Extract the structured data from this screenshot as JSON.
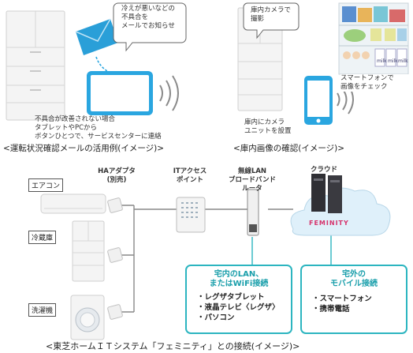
{
  "top_left": {
    "speech_bubble": [
      "冷えが悪いなどの",
      "不具合を",
      "メールでお知らせ"
    ],
    "notes": [
      "不具合が改善されない場合",
      "タブレットやPCから",
      "ボタンひとつで、サービスセンターに連絡"
    ],
    "caption": "<運転状況確認メールの活用例(イメージ)>"
  },
  "top_right": {
    "speech_bubble": [
      "庫内カメラで",
      "撮影"
    ],
    "camera_note": [
      "庫内にカメラ",
      "ユニットを設置"
    ],
    "phone_note": [
      "スマートフォンで",
      "画像をチェック"
    ],
    "caption": "<庫内画像の確認(イメージ)>",
    "fridge_labels": [
      "milk",
      "milk",
      "milk"
    ]
  },
  "bottom": {
    "appliances": [
      "エアコン",
      "冷蔵庫",
      "洗濯機"
    ],
    "ha_adapter": [
      "HAアダプタ",
      "(別売)"
    ],
    "it_access": [
      "ITアクセス",
      "ポイント"
    ],
    "wireless": [
      "無線LAN",
      "ブロードバンド",
      "ルータ"
    ],
    "cloud": "クラウド",
    "brand": "FEMINITY",
    "panel_lan": {
      "title": [
        "宅内のLAN、",
        "またはWiFi接続"
      ],
      "items": [
        "・レグザタブレット",
        "・液晶テレビ〈レグザ〉",
        "・パソコン"
      ]
    },
    "panel_mobile": {
      "title": [
        "宅外の",
        "モバイル接続"
      ],
      "items": [
        "・スマートフォン",
        "・携帯電話"
      ]
    },
    "caption": "<東芝ホームＩＴシステム「フェミニティ」との接続(イメージ)>"
  },
  "colors": {
    "teal": "#2cb5c0",
    "device_blue": "#2aa6e0",
    "brand_pink": "#d6336c"
  }
}
